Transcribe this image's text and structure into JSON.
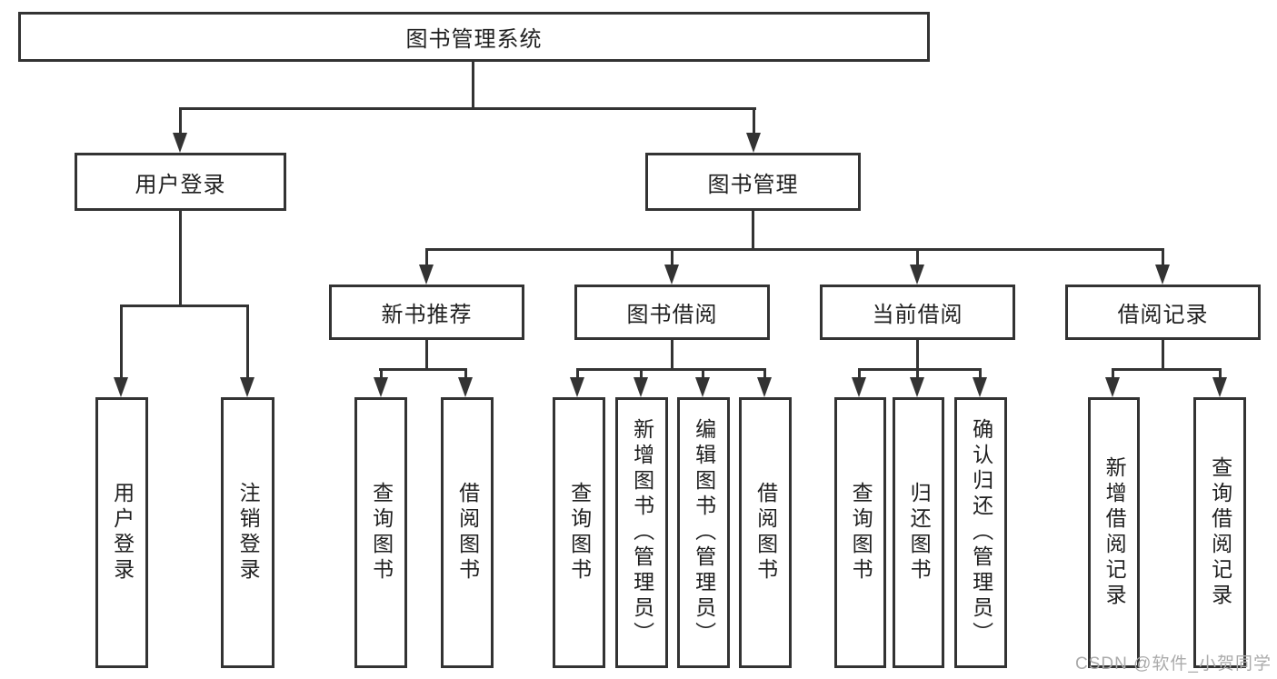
{
  "diagram": {
    "root": {
      "label": "图书管理系统"
    },
    "branches": {
      "user_login": {
        "label": "用户登录"
      },
      "book_mgmt": {
        "label": "图书管理"
      }
    },
    "modules": [
      {
        "label": "新书推荐"
      },
      {
        "label": "图书借阅"
      },
      {
        "label": "当前借阅"
      },
      {
        "label": "借阅记录"
      }
    ],
    "leaves": {
      "user_login": [
        "用户登录",
        "注销登录"
      ],
      "new_book": [
        "查询图书",
        "借阅图书"
      ],
      "book_borrow": [
        "查询图书",
        "新增图书（管理员）",
        "编辑图书（管理员）",
        "借阅图书"
      ],
      "current_borrow": [
        "查询图书",
        "归还图书",
        "确认归还（管理员）"
      ],
      "borrow_record": [
        "新增借阅记录",
        "查询借阅记录"
      ]
    }
  },
  "watermark": {
    "text": "CSDN @软件_小贺同学"
  },
  "colors": {
    "line": "#333333",
    "background": "#ffffff",
    "text": "#1f1f1f",
    "watermark": "#ababab"
  }
}
